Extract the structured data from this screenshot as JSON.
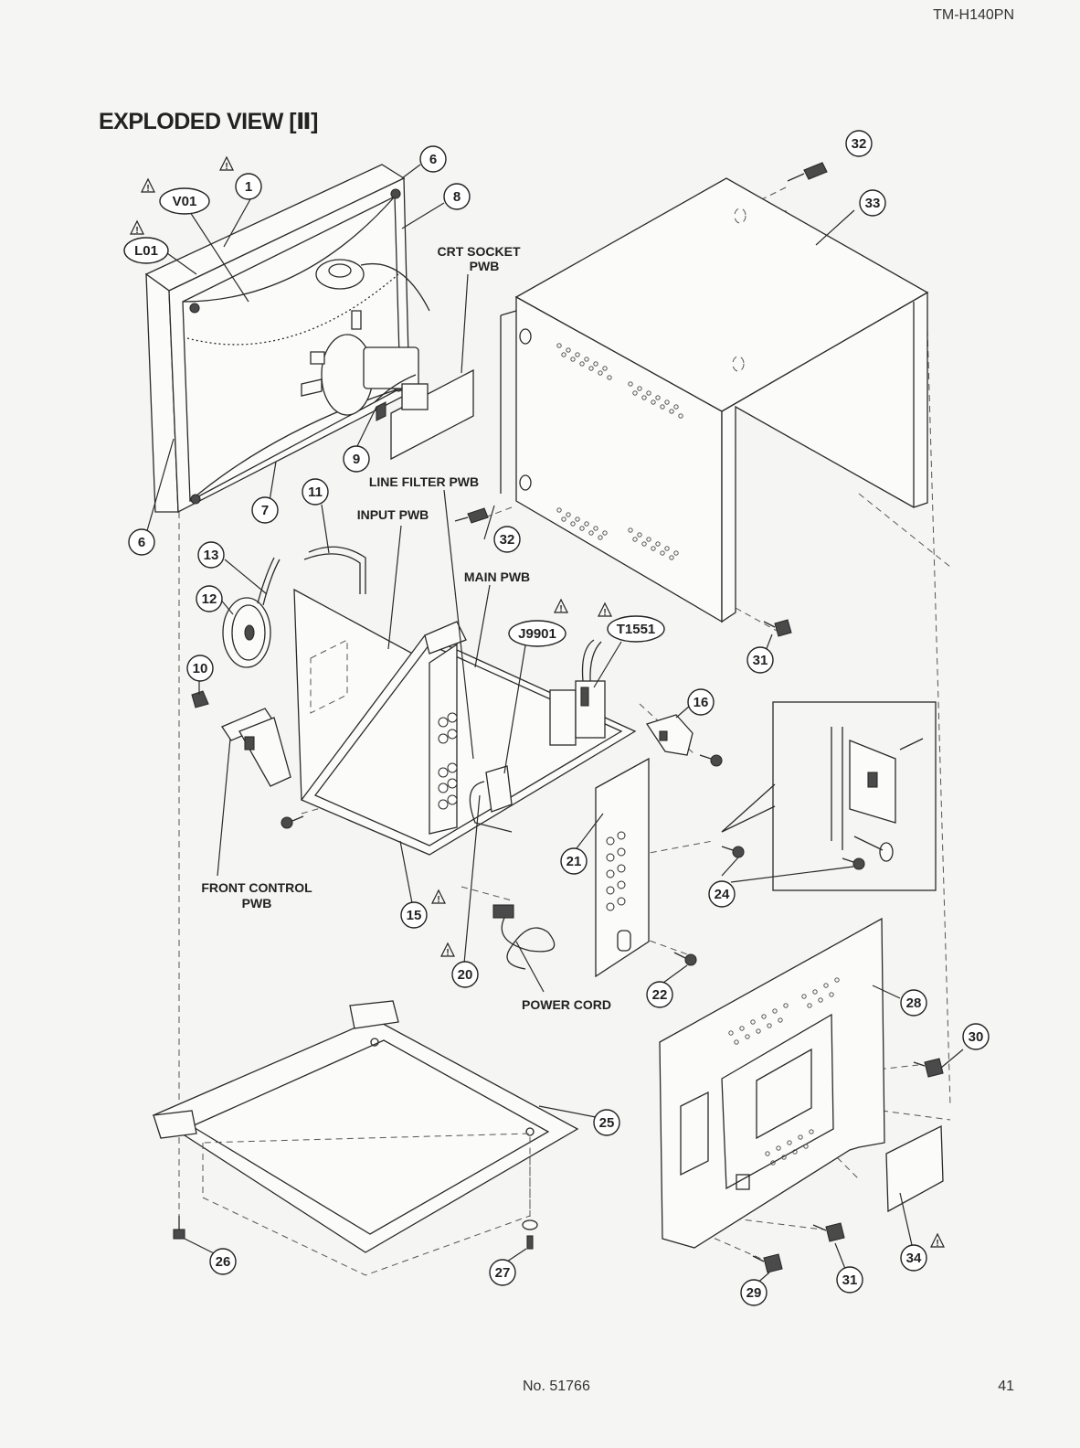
{
  "header": {
    "model": "TM-H140PN",
    "title": "EXPLODED VIEW [Ⅱ]"
  },
  "footer": {
    "doc_no": "No. 51766",
    "page": "41"
  },
  "labels": {
    "crt_socket_pwb_1": "CRT SOCKET",
    "crt_socket_pwb_2": "PWB",
    "line_filter_pwb": "LINE FILTER PWB",
    "input_pwb": "INPUT PWB",
    "main_pwb": "MAIN PWB",
    "front_control_pwb_1": "FRONT CONTROL",
    "front_control_pwb_2": "PWB",
    "power_cord": "POWER CORD"
  },
  "callouts": {
    "c1": "1",
    "c6a": "6",
    "c6b": "6",
    "c7": "7",
    "c8": "8",
    "c9": "9",
    "c10": "10",
    "c11": "11",
    "c12": "12",
    "c13": "13",
    "c15": "15",
    "c16": "16",
    "c20": "20",
    "c21": "21",
    "c22": "22",
    "c24": "24",
    "c25": "25",
    "c26": "26",
    "c27": "27",
    "c28": "28",
    "c29": "29",
    "c30": "30",
    "c31a": "31",
    "c31b": "31",
    "c32a": "32",
    "c32b": "32",
    "c33": "33",
    "c34": "34",
    "v01": "V01",
    "l01": "L01",
    "j9901": "J9901",
    "t1551": "T1551"
  },
  "warning_symbol": "!"
}
